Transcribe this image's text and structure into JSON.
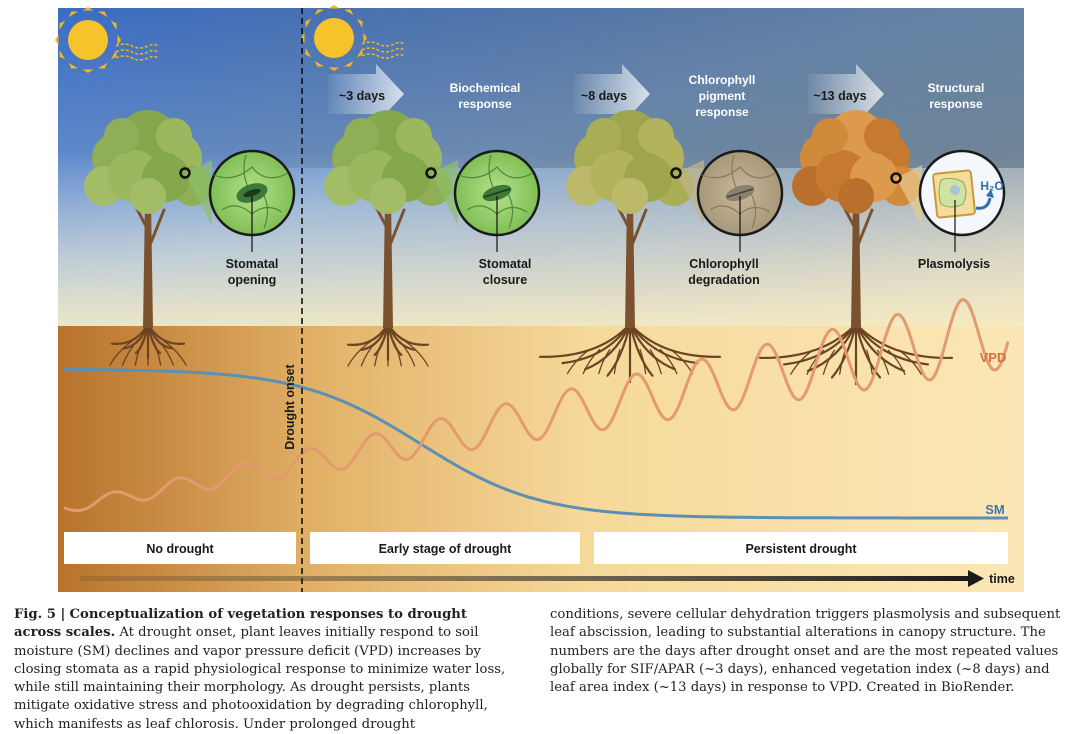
{
  "timeline": {
    "arrows": [
      {
        "label": "~3 days"
      },
      {
        "label": "~8 days"
      },
      {
        "label": "~13 days"
      }
    ],
    "responses": [
      {
        "line1": "Biochemical",
        "line2": "response",
        "line3": ""
      },
      {
        "line1": "Chlorophyll",
        "line2": "pigment",
        "line3": "response"
      },
      {
        "line1": "Structural",
        "line2": "response",
        "line3": ""
      }
    ]
  },
  "stages": [
    {
      "line1": "Stomatal",
      "line2": "opening"
    },
    {
      "line1": "Stomatal",
      "line2": "closure"
    },
    {
      "line1": "Chlorophyll",
      "line2": "degradation"
    },
    {
      "line1": "Plasmolysis",
      "line2": ""
    }
  ],
  "water_label": "H₂O",
  "onset_label": "Drought onset",
  "curves": {
    "vpd": "VPD",
    "sm": "SM"
  },
  "phases": [
    "No drought",
    "Early stage of drought",
    "Persistent drought"
  ],
  "time_label": "time",
  "colors": {
    "vpd": "#e39a6e",
    "sm": "#5b8fb5",
    "sky_top": "#3f6fc0",
    "soil_dark": "#b8732b",
    "soil_light": "#f7dfa5"
  },
  "caption": {
    "fig_label": "Fig. 5 |",
    "title": "Conceptualization of vegetation responses to drought across scales.",
    "left_body": "At drought onset, plant leaves initially respond to soil moisture (SM) declines and vapor pressure deficit (VPD) increases by closing stomata as a rapid physiological response to minimize water loss, while still maintaining their morphology. As drought persists, plants mitigate oxidative stress and photooxidation by degrading chlorophyll, which manifests as leaf chlorosis. Under prolonged drought",
    "right_body": "conditions, severe cellular dehydration triggers plasmolysis and subsequent leaf abscission, leading to substantial alterations in canopy structure. The numbers are the days after drought onset and are the most repeated values globally for SIF/APAR (~3 days), enhanced vegetation index (~8 days) and leaf area index (~13 days) in response to VPD. Created in BioRender."
  }
}
